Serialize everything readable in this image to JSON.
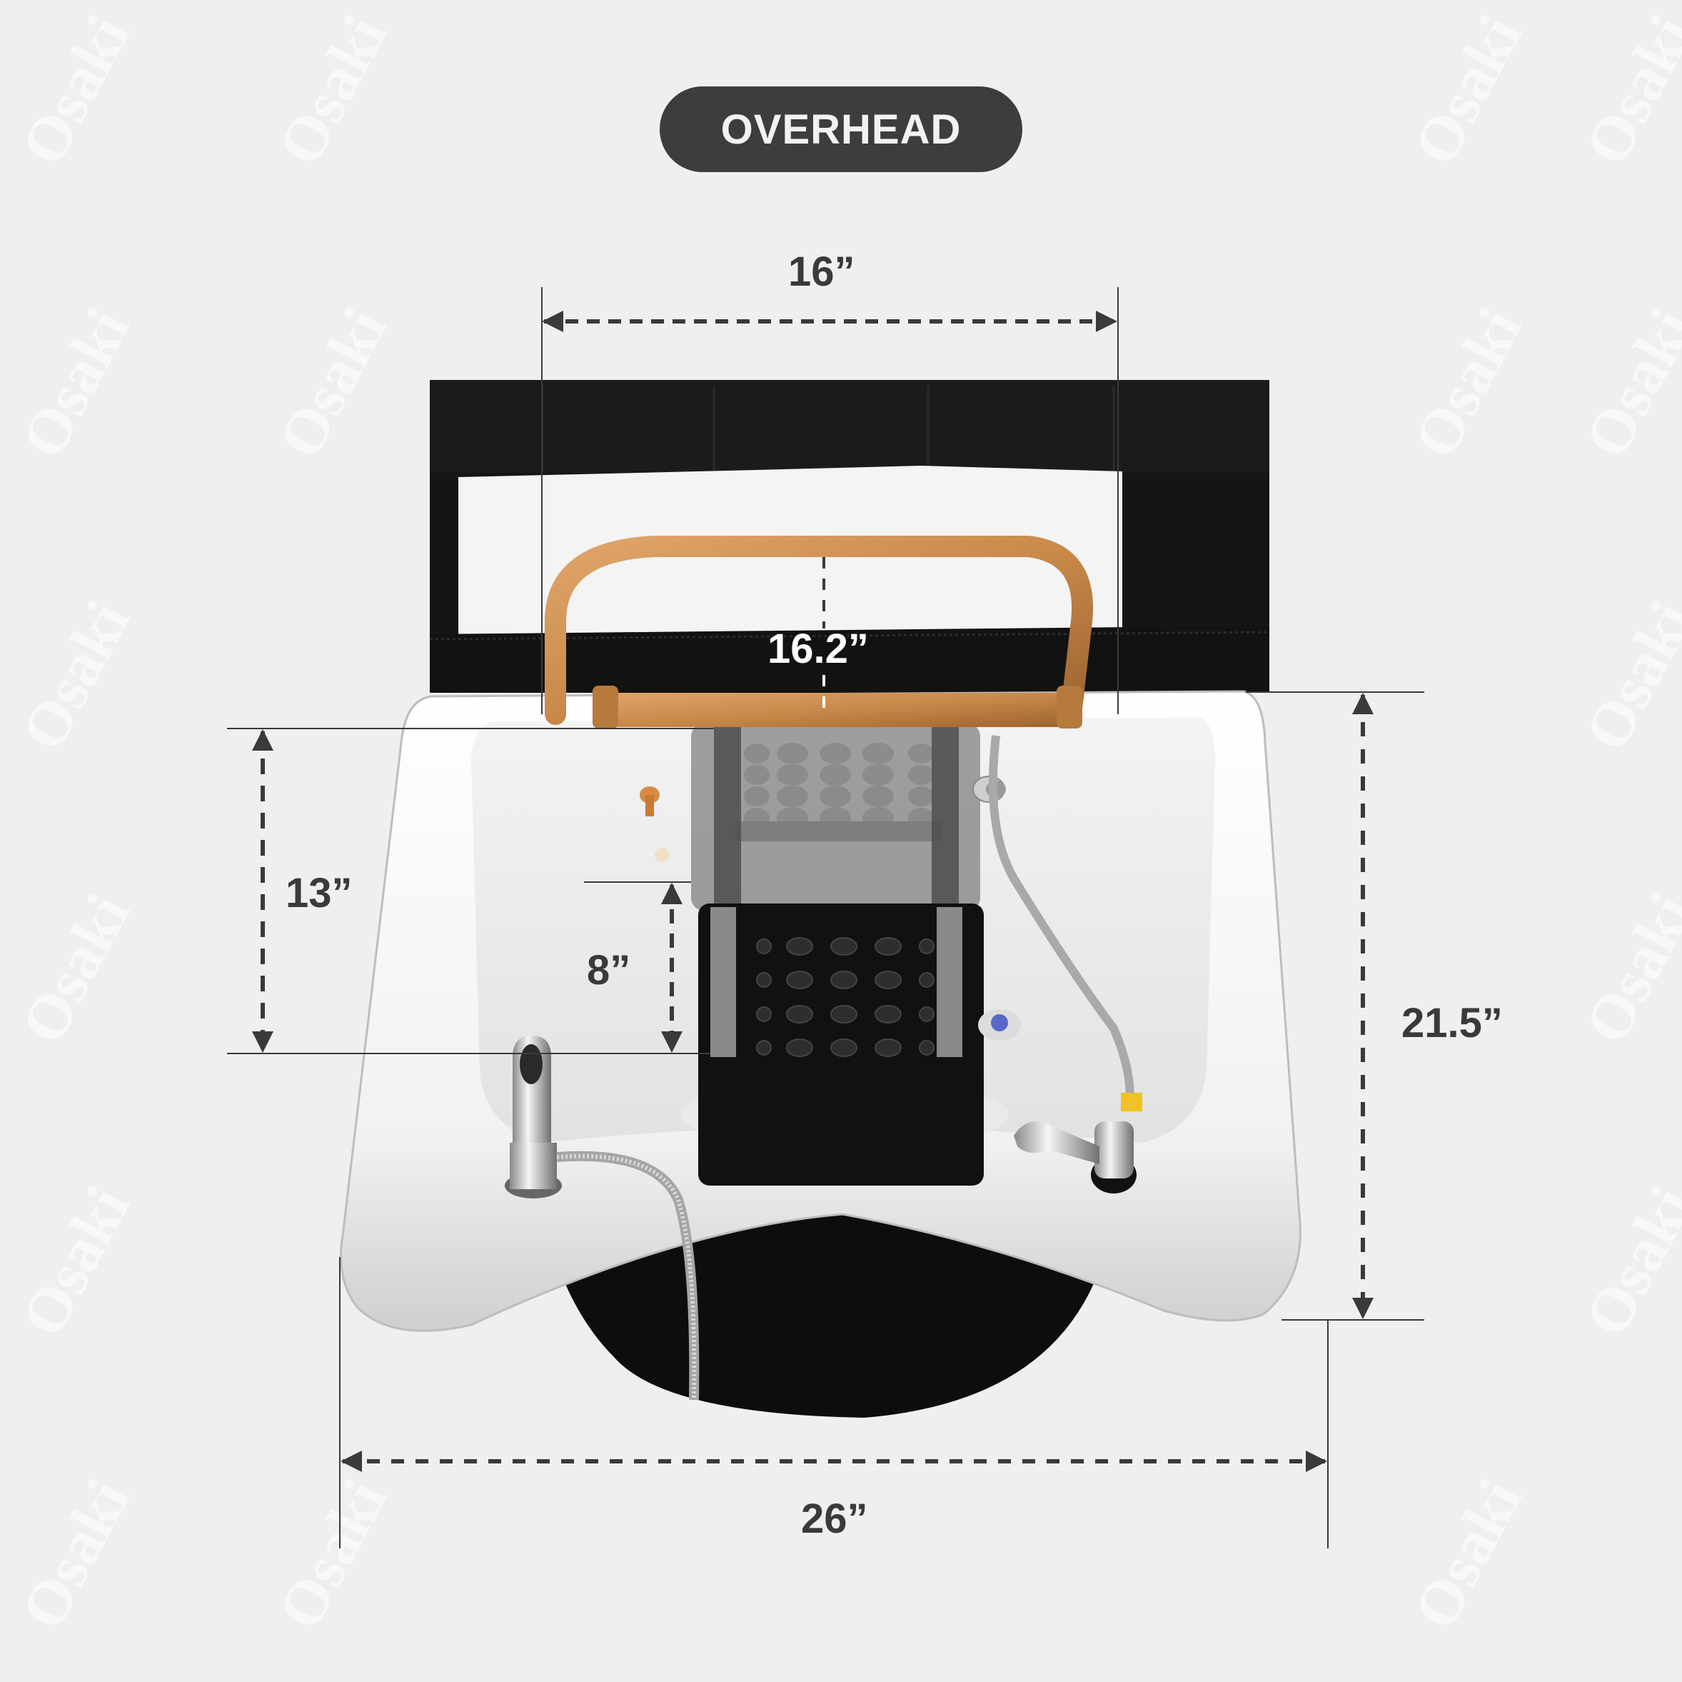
{
  "title": "OVERHEAD",
  "watermark": "Osaki",
  "colors": {
    "background": "#efefef",
    "pill": "#3d3d3d",
    "pill_text": "#f2f2f2",
    "dimension_text": "#3a3a3a",
    "dimension_line": "#3a3a3a",
    "headrest_black": "#151515",
    "towel_white": "#f4f4f4",
    "handle_gold": "#c8894a",
    "basin_white": "#fafafa",
    "footrest_black": "#111111"
  },
  "dimensions": {
    "top_width": {
      "label": "16”",
      "value": 16,
      "unit": "in",
      "orientation": "horizontal"
    },
    "handle_height": {
      "label": "16.2”",
      "value": 16.2,
      "unit": "in",
      "orientation": "vertical"
    },
    "footrest_range": {
      "label": "13”",
      "value": 13,
      "unit": "in",
      "orientation": "vertical"
    },
    "footrest_step": {
      "label": "8”",
      "value": 8,
      "unit": "in",
      "orientation": "vertical"
    },
    "depth": {
      "label": "21.5”",
      "value": 21.5,
      "unit": "in",
      "orientation": "vertical"
    },
    "bottom_width": {
      "label": "26”",
      "value": 26,
      "unit": "in",
      "orientation": "horizontal"
    }
  },
  "product": {
    "parts": [
      "headrest",
      "towel",
      "gold-handle",
      "footrest-raised",
      "footrest-lowered",
      "shampoo-basin",
      "faucet",
      "spray-hose",
      "hose-holder",
      "drain",
      "base"
    ]
  }
}
